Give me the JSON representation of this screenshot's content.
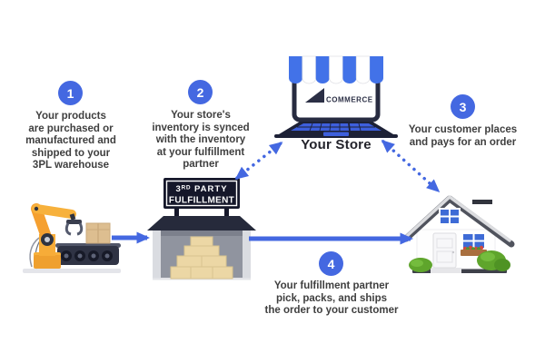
{
  "colors": {
    "accent_blue": "#4468E1",
    "text_dark": "#3F3F3F",
    "sign_navy": "#15172A",
    "label_dark": "#23232B",
    "box_tan": "#ECD7A5",
    "robot_orange": "#F5A030",
    "bush_green": "#5FA52C"
  },
  "steps": [
    {
      "number": "1",
      "text": "Your products\nare purchased or\nmanufactured and\nshipped to your\n3PL warehouse"
    },
    {
      "number": "2",
      "text": "Your store's\ninventory is synced\nwith the inventory\nat your fulfillment\npartner"
    },
    {
      "number": "3",
      "text": "Your customer places\nand pays for an order"
    },
    {
      "number": "4",
      "text": "Your fulfillment partner\npick, packs, and ships\nthe order to your customer"
    }
  ],
  "store": {
    "logo_text": "COMMERCE",
    "label": "Your Store"
  },
  "warehouse_sign": {
    "line1": "3ᴿᴰ PARTY",
    "line2": "FULFILLMENT"
  },
  "graphics": {
    "left": "robot-arm-conveyor-illustration",
    "center": "warehouse-illustration",
    "top": "storefront-laptop-illustration",
    "right": "customer-house-illustration"
  },
  "arrows": [
    {
      "name": "robot-to-warehouse",
      "style": "solid"
    },
    {
      "name": "warehouse-to-house",
      "style": "solid"
    },
    {
      "name": "warehouse-store-sync",
      "style": "dotted-double"
    },
    {
      "name": "store-house-order",
      "style": "dotted-double"
    }
  ]
}
